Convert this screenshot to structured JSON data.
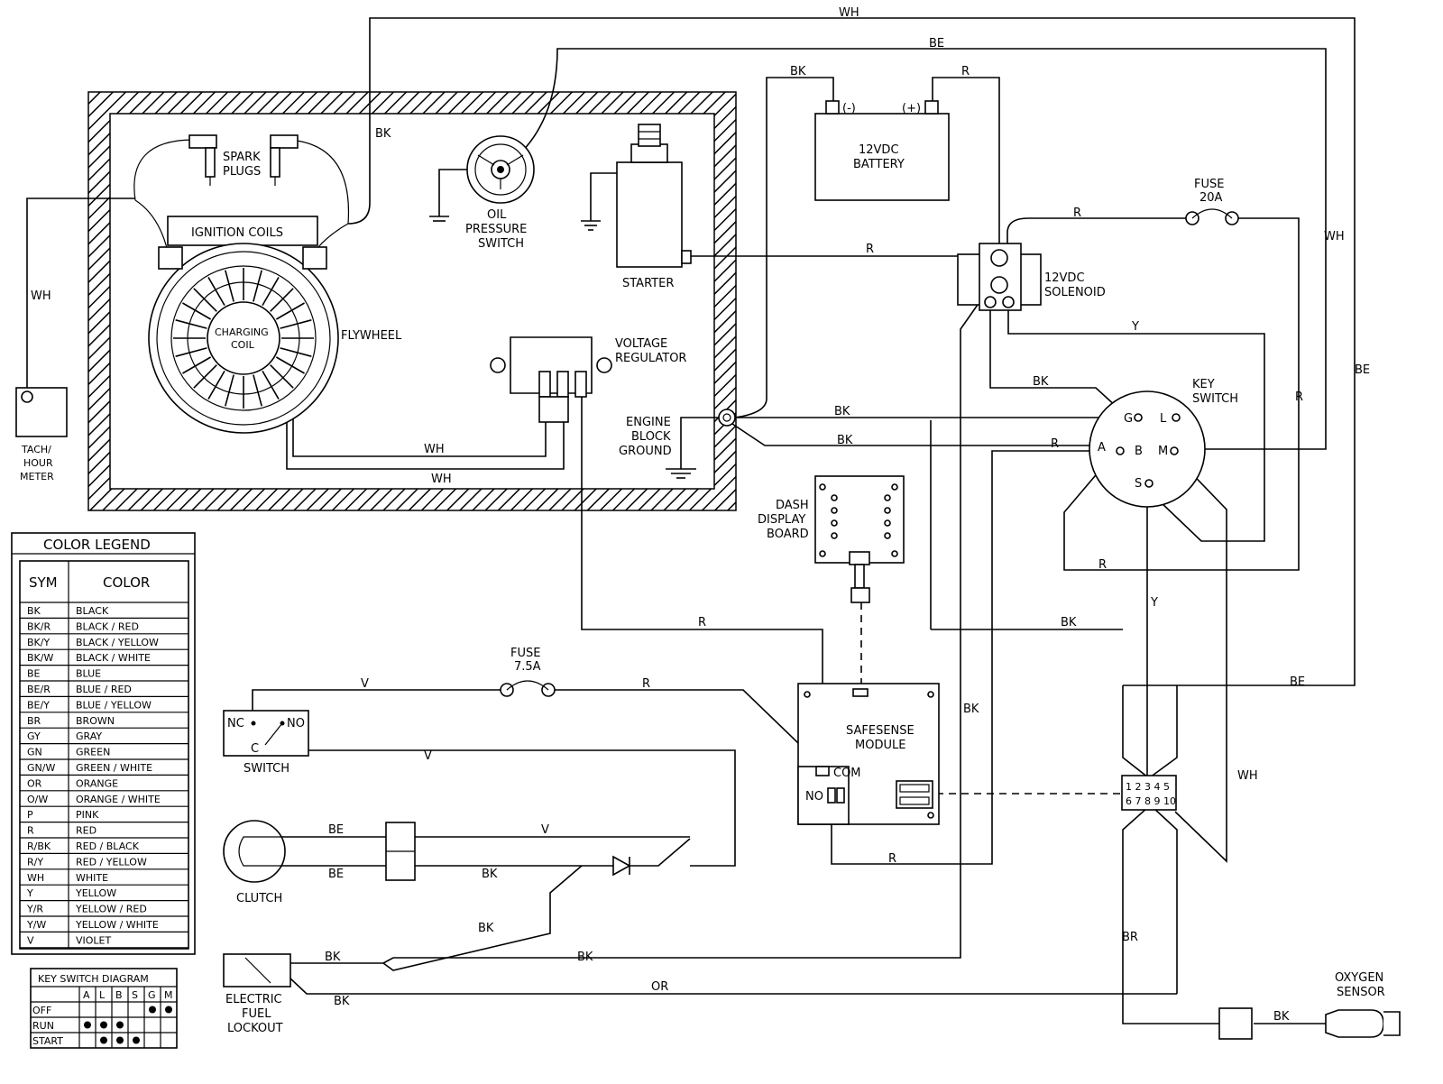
{
  "engine": {
    "spark_plugs": "SPARK\nPLUGS",
    "ignition_coils": "IGNITION COILS",
    "charging_coil": "CHARGING\nCOIL",
    "flywheel": "FLYWHEEL",
    "oil_pressure_switch": "OIL\nPRESSURE\nSWITCH",
    "starter": "STARTER",
    "voltage_regulator": "VOLTAGE\nREGULATOR",
    "engine_block_ground": "ENGINE\nBLOCK\nGROUND"
  },
  "components": {
    "battery": "12VDC\nBATTERY",
    "battery_neg": "(-)",
    "battery_pos": "(+)",
    "fuse_20a": "FUSE\n20A",
    "solenoid": "12VDC\nSOLENOID",
    "key_switch": "KEY\nSWITCH",
    "key_terminals": [
      "G",
      "L",
      "A",
      "B",
      "M",
      "S"
    ],
    "tach_hour_meter": "TACH/\nHOUR\nMETER",
    "dash_display_board": "DASH\nDISPLAY\nBOARD",
    "safesense_module": "SAFESENSE\nMODULE",
    "com": "COM",
    "no": "NO",
    "fuse_7_5a": "FUSE\n7.5A",
    "switch": "SWITCH",
    "switch_nc": "NC",
    "switch_no": "NO",
    "switch_c": "C",
    "clutch": "CLUTCH",
    "electric_fuel_lockout": "ELECTRIC\nFUEL\nLOCKOUT",
    "oxygen_sensor": "OXYGEN\nSENSOR",
    "connector_pins_top": "1 2 3 4 5",
    "connector_pins_bottom": "6 7 8 9 10"
  },
  "wire_labels": {
    "wh": "WH",
    "be": "BE",
    "bk": "BK",
    "r": "R",
    "y": "Y",
    "v": "V",
    "br": "BR",
    "or": "OR"
  },
  "color_legend": {
    "title": "COLOR LEGEND",
    "col_sym": "SYM",
    "col_color": "COLOR",
    "rows": [
      {
        "sym": "BK",
        "color": "BLACK"
      },
      {
        "sym": "BK/R",
        "color": "BLACK / RED"
      },
      {
        "sym": "BK/Y",
        "color": "BLACK / YELLOW"
      },
      {
        "sym": "BK/W",
        "color": "BLACK / WHITE"
      },
      {
        "sym": "BE",
        "color": "BLUE"
      },
      {
        "sym": "BE/R",
        "color": "BLUE / RED"
      },
      {
        "sym": "BE/Y",
        "color": "BLUE / YELLOW"
      },
      {
        "sym": "BR",
        "color": "BROWN"
      },
      {
        "sym": "GY",
        "color": "GRAY"
      },
      {
        "sym": "GN",
        "color": "GREEN"
      },
      {
        "sym": "GN/W",
        "color": "GREEN / WHITE"
      },
      {
        "sym": "OR",
        "color": "ORANGE"
      },
      {
        "sym": "O/W",
        "color": "ORANGE / WHITE"
      },
      {
        "sym": "P",
        "color": "PINK"
      },
      {
        "sym": "R",
        "color": "RED"
      },
      {
        "sym": "R/BK",
        "color": "RED / BLACK"
      },
      {
        "sym": "R/Y",
        "color": "RED / YELLOW"
      },
      {
        "sym": "WH",
        "color": "WHITE"
      },
      {
        "sym": "Y",
        "color": "YELLOW"
      },
      {
        "sym": "Y/R",
        "color": "YELLOW / RED"
      },
      {
        "sym": "Y/W",
        "color": "YELLOW / WHITE"
      },
      {
        "sym": "V",
        "color": "VIOLET"
      }
    ]
  },
  "key_switch_diagram": {
    "title": "KEY SWITCH DIAGRAM",
    "columns": [
      "A",
      "L",
      "B",
      "S",
      "G",
      "M"
    ],
    "rows": [
      {
        "label": "OFF",
        "dots": [
          false,
          false,
          false,
          false,
          true,
          true
        ]
      },
      {
        "label": "RUN",
        "dots": [
          true,
          true,
          true,
          false,
          false,
          false
        ]
      },
      {
        "label": "START",
        "dots": [
          false,
          true,
          true,
          true,
          false,
          false
        ]
      }
    ]
  }
}
